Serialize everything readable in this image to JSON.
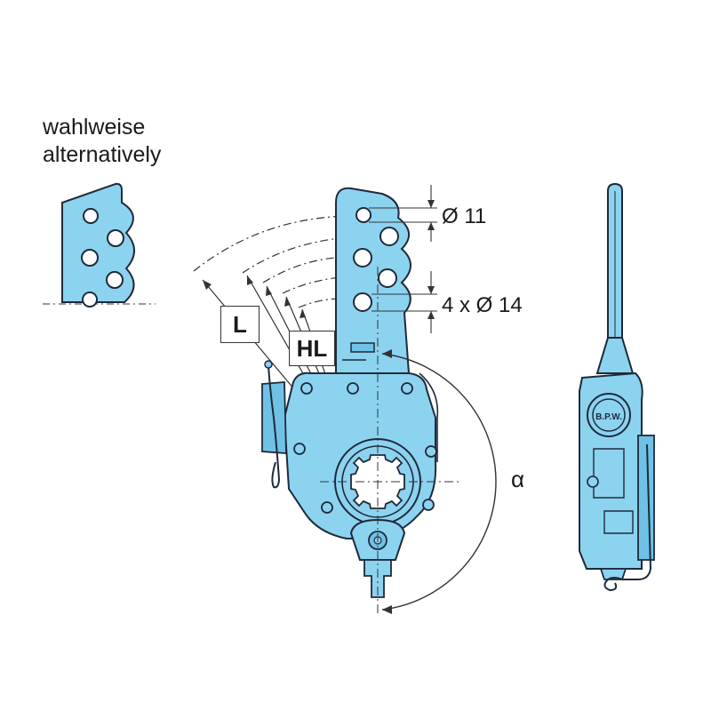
{
  "colors": {
    "part_fill": "#8cd3f0",
    "part_fill_dark": "#6fc2e6",
    "outline": "#1e2a3a",
    "line": "#333333",
    "background": "#ffffff"
  },
  "alternative": {
    "line1": "wahlweise",
    "line2": "alternatively"
  },
  "dimensions": {
    "small_hole": "Ø 11",
    "large_holes": "4 x Ø 14"
  },
  "labels": {
    "lever_length": "L",
    "lever_length_alt": "HL",
    "angle": "α"
  },
  "logo": {
    "text": "B.P.W."
  }
}
